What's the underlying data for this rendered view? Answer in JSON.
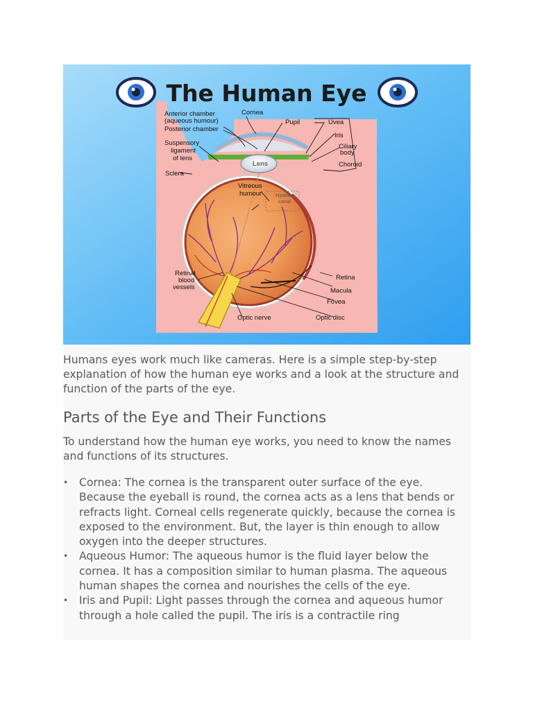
{
  "figure": {
    "title": "The Human Eye",
    "labels": {
      "anterior_chamber": "Anterior chamber",
      "aqueous_humour": "(aqueous humour)",
      "posterior_chamber": "Posterior chamber",
      "cornea": "Cornea",
      "pupil": "Pupil",
      "uvea": "Uvea",
      "iris": "Iris",
      "ciliary": "Ciliary",
      "body": "body",
      "choroid": "Choroid",
      "suspensory": "Suspensory",
      "ligament": "ligament",
      "of_lens": "of lens",
      "lens": "Lens",
      "sclera": "Sclera",
      "vitreous": "Vitreous",
      "humour": "humour",
      "hyaloid": "Hyaloid",
      "canal": "canal",
      "retinal": "Retinal",
      "blood": "blood",
      "vessels": "vessels",
      "retina": "Retina",
      "macula": "Macula",
      "fovea": "Fovea",
      "optic_nerve": "Optic nerve",
      "optic_disc": "Optic disc"
    }
  },
  "article": {
    "intro": "Humans eyes work much like cameras. Here is a simple step-by-step explanation of how the human eye works and a look at the structure and function of the parts of the eye.",
    "heading": "Parts of the Eye and Their Functions",
    "section_intro": "To understand how the human eye works, you need to know the names and functions of its structures.",
    "bullet": "•",
    "items": [
      "Cornea: The cornea is the transparent outer surface of the eye. Because the eyeball is round, the cornea acts as a lens that bends or refracts light. Corneal cells regenerate quickly, because the cornea is exposed to the environment. But, the layer is thin enough to allow oxygen into the deeper structures.",
      "Aqueous Humor: The aqueous humor is the fluid layer below the cornea. It has a composition similar to human plasma. The aqueous human shapes the cornea and nourishes the cells of the eye.",
      "Iris and Pupil: Light passes through the cornea and aqueous humor through a hole called the pupil. The iris is a contractile ring"
    ]
  }
}
